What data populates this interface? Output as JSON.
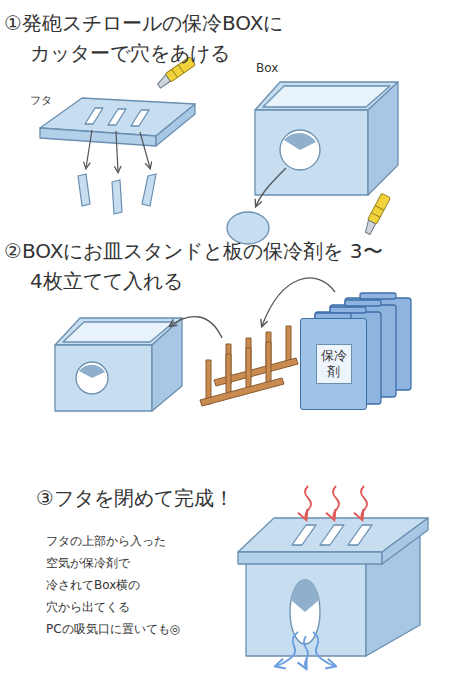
{
  "diagram": {
    "nodes": [
      {
        "text": [
          "保冷剤"
        ]
      }
    ],
    "labels": [
      "①発砲スチロールの保冷BOXに カッターで穴をあける",
      "フタ",
      "Box",
      "②BOXにお皿スタンドと板の保冷剤を 3〜4枚立てて入れる",
      "③フタを閉めて完成！",
      "フタの上部から入った 空気が保冷剤で 冷されてBox横の 穴から出てくる PCの吸気口に置いても◎"
    ]
  }
}
